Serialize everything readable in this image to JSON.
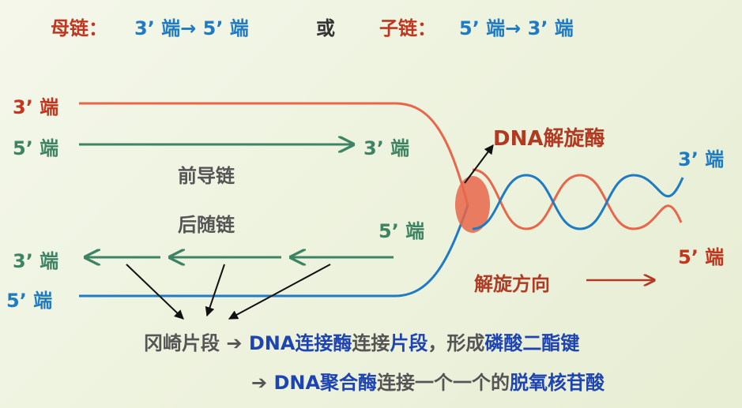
{
  "header": {
    "parent_label": "母链：",
    "parent_dir": "3’ 端→ 5’ 端",
    "or": "或",
    "daughter_label": "子链：",
    "daughter_dir": "5’ 端→ 3’ 端"
  },
  "left_labels": {
    "top_strand_3": "3’ 端",
    "leading_5": "5’ 端",
    "lagging_3": "3’ 端",
    "bottom_strand_5": "5’ 端"
  },
  "mid_labels": {
    "leading_3": "3’ 端",
    "lagging_5": "5’ 端",
    "leading_strand": "前导链",
    "lagging_strand": "后随链"
  },
  "right_labels": {
    "helicase": "DNA解旋酶",
    "end_3": "3’ 端",
    "end_5": "5’ 端",
    "unwinding_direction": "解旋方向"
  },
  "notes": {
    "okazaki": "冈崎片段",
    "arrow1": "➔",
    "ligase": "DNA连接酶",
    "ligase_action": "连接",
    "fragment": "片段",
    "form": "，形成",
    "bond": "磷酸二酯键",
    "arrow2": "➔",
    "polymerase": "DNA聚合酶",
    "polymerase_action": "连接一个一个的",
    "nucleotide": "脱氧核苷酸"
  },
  "colors": {
    "top_strand": "#e8664a",
    "bottom_strand": "#1f7bc4",
    "new_strand": "#3e8464",
    "helicase_blob": "#e8664a",
    "direction_arrow": "#b03a22",
    "callout": "#111111"
  },
  "icons": {
    "leading_arrow": "arrow-right",
    "lagging_arrow": "arrow-left",
    "direction_arrow": "arrow-right",
    "note_arrow": "heavy-arrow-right"
  }
}
